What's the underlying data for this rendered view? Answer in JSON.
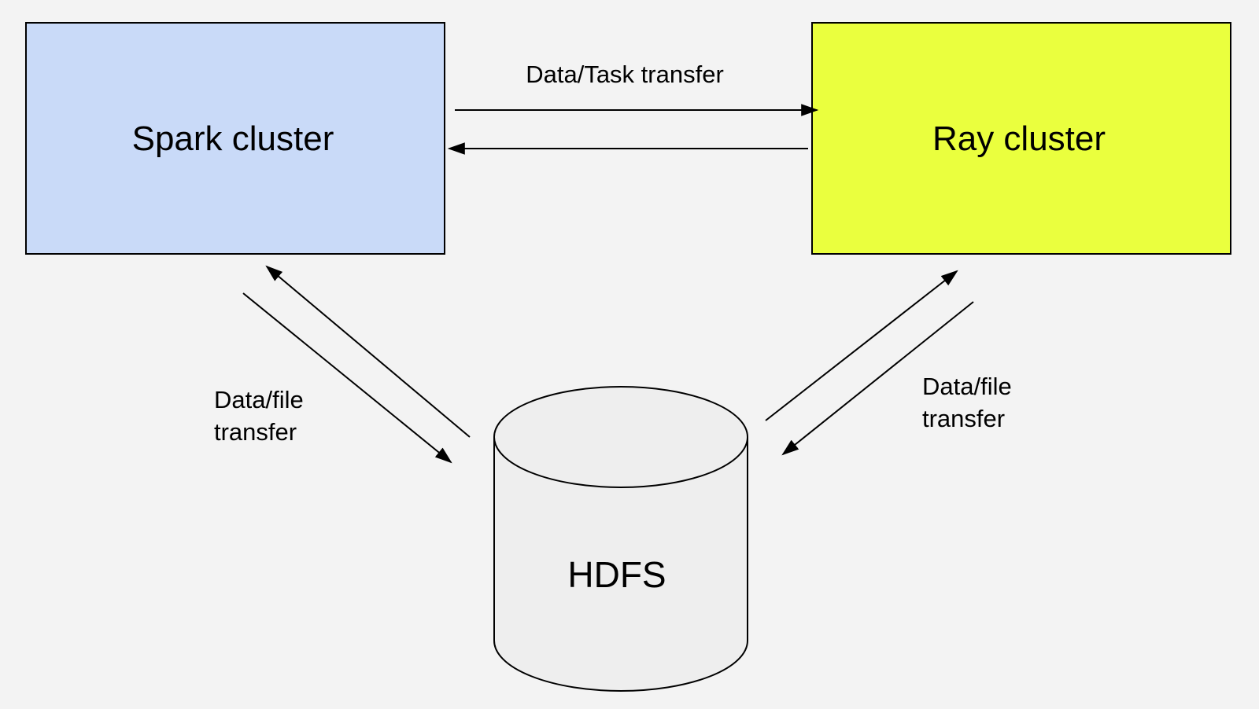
{
  "nodes": {
    "spark": {
      "label": "Spark cluster",
      "fill": "#c9daf8"
    },
    "ray": {
      "label": "Ray cluster",
      "fill": "#eaff3e"
    },
    "hdfs": {
      "label": "HDFS",
      "fill": "#eeeeee"
    }
  },
  "edges": {
    "top_label": "Data/Task transfer",
    "left_label_line1": "Data/file",
    "left_label_line2": "transfer",
    "right_label_line1": "Data/file",
    "right_label_line2": "transfer"
  },
  "colors": {
    "background": "#f3f3f3",
    "stroke": "#000000"
  }
}
